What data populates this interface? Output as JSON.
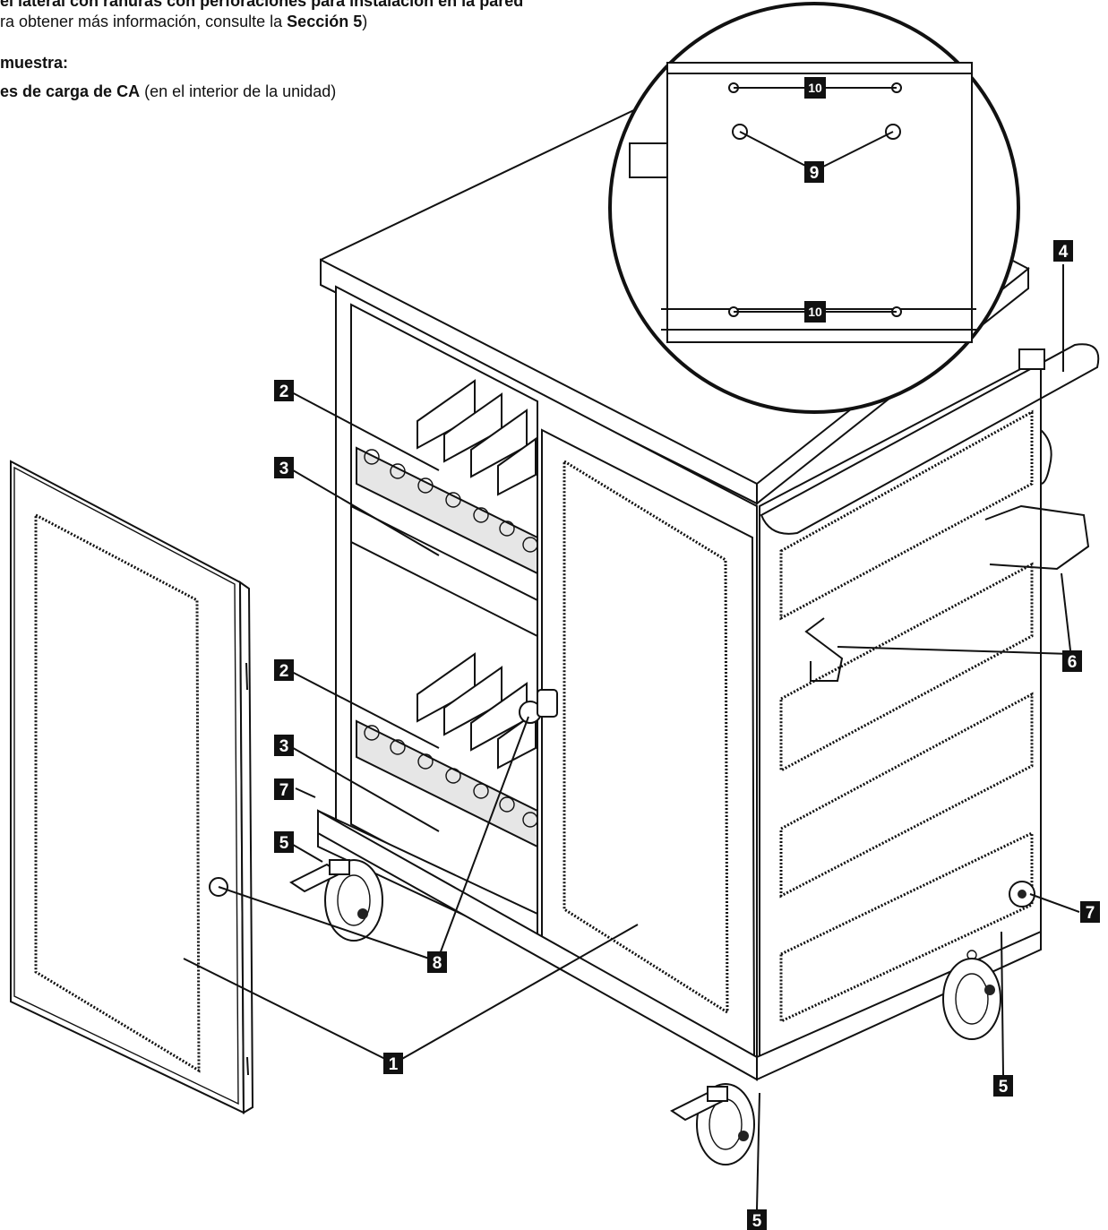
{
  "header": {
    "line1": "el lateral con ranuras con perforaciones para instalación en la pared",
    "line2_prefix": "ra obtener más información, consulte la ",
    "line2_bold": "Sección 5",
    "line2_suffix": ")",
    "line3": "muestra:",
    "line4_bold": "es de carga de CA",
    "line4_rest": " (en el interior de la unidad)"
  },
  "callouts": {
    "c1": "1",
    "c2a": "2",
    "c2b": "2",
    "c3a": "3",
    "c3b": "3",
    "c4": "4",
    "c5a": "5",
    "c5b": "5",
    "c5c": "5",
    "c6": "6",
    "c7a": "7",
    "c7b": "7",
    "c8": "8",
    "c9": "9",
    "c10a": "10",
    "c10b": "10"
  },
  "colors": {
    "ink": "#111111",
    "background": "#ffffff",
    "panel": "#e6e6e6"
  }
}
